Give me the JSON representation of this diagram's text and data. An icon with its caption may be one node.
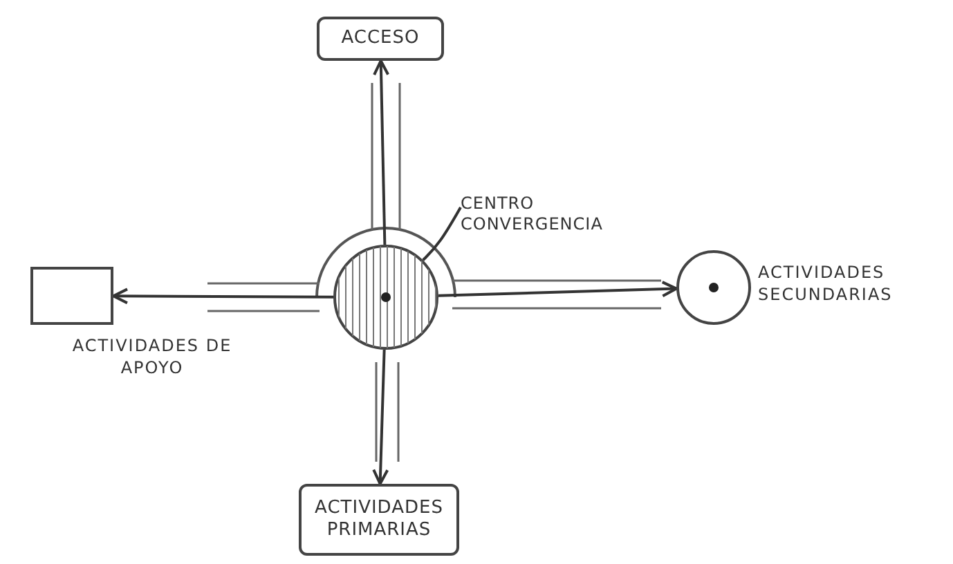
{
  "diagram": {
    "nodes": [
      {
        "text": [
          "ACCESO"
        ]
      },
      {
        "text": [
          "CENTRO CONVERGENCIA"
        ]
      },
      {
        "text": [],
        "shape": "box",
        "beside": [
          "ACTIVIDADES DE APOYO"
        ]
      },
      {
        "text": [],
        "shape": "circle"
      },
      {
        "text": [],
        "shape": "circle",
        "beside": [
          "ACTIVIDADES SECUNDARIAS"
        ]
      },
      {
        "text": [
          "ACTIVIDADES PRIMARIAS"
        ]
      }
    ],
    "edges": [
      {
        "from": 3,
        "to": 0,
        "arrow": "to"
      },
      {
        "from": 3,
        "to": 2,
        "arrow": "to"
      },
      {
        "from": 3,
        "to": 4,
        "arrow": "to"
      },
      {
        "from": 3,
        "to": 5,
        "arrow": "to"
      },
      {
        "from": 1,
        "to": 3,
        "arrow": "none"
      }
    ]
  }
}
